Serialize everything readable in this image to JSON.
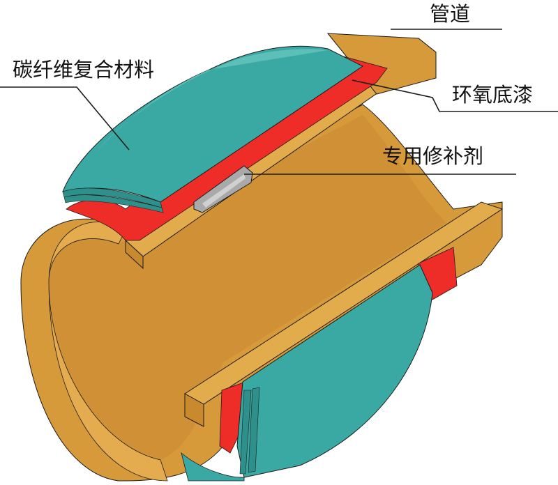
{
  "labels": {
    "pipe": "管道",
    "epoxy_primer": "环氧底漆",
    "repair_agent": "专用修补剂",
    "carbon_fiber": "碳纤维复合材料"
  },
  "colors": {
    "pipe": "#d79a3b",
    "pipe_top": "#e2ab4c",
    "pipe_inner": "#c98a2e",
    "primer": "#ee2d28",
    "carbon_fiber": "#3ba9a3",
    "carbon_fiber_light": "#5cc0b8",
    "repair_agent": "#a9a9a9",
    "outline": "#1a1a1a"
  }
}
